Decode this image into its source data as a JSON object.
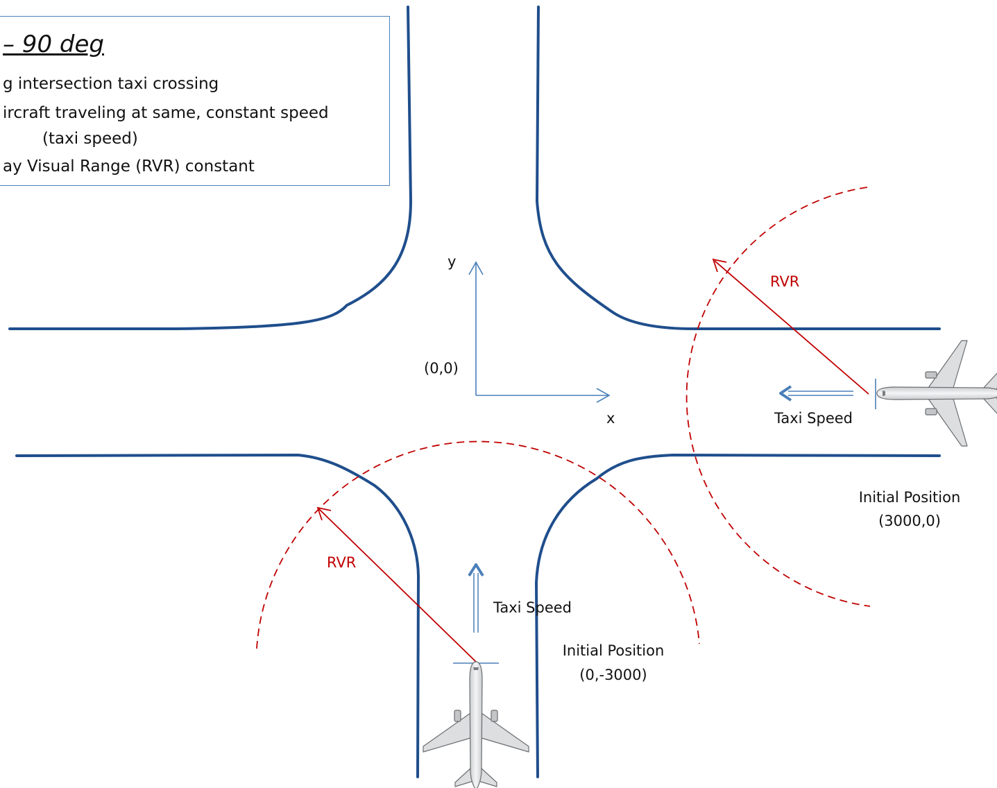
{
  "notes": {
    "title": "– 90 deg",
    "lines": [
      "g intersection taxi crossing",
      "ircraft traveling at same, constant speed",
      "(taxi speed)",
      "ay Visual Range (RVR) constant"
    ]
  },
  "axes": {
    "y_label": "y",
    "x_label": "x",
    "origin_label": "(0,0)"
  },
  "aircraft_east": {
    "rvr_label": "RVR",
    "speed_label": "Taxi Speed",
    "position_caption": "Initial Position",
    "position_coords": "(3000,0)"
  },
  "aircraft_south": {
    "rvr_label": "RVR",
    "speed_label": "Taxi Speed",
    "position_caption": "Initial Position",
    "position_coords": "(0,-3000)"
  },
  "colors": {
    "taxiway_edge": "#1f4e8c",
    "axis": "#4a7fb9",
    "rvr": "#c00000",
    "text": "#111111"
  }
}
